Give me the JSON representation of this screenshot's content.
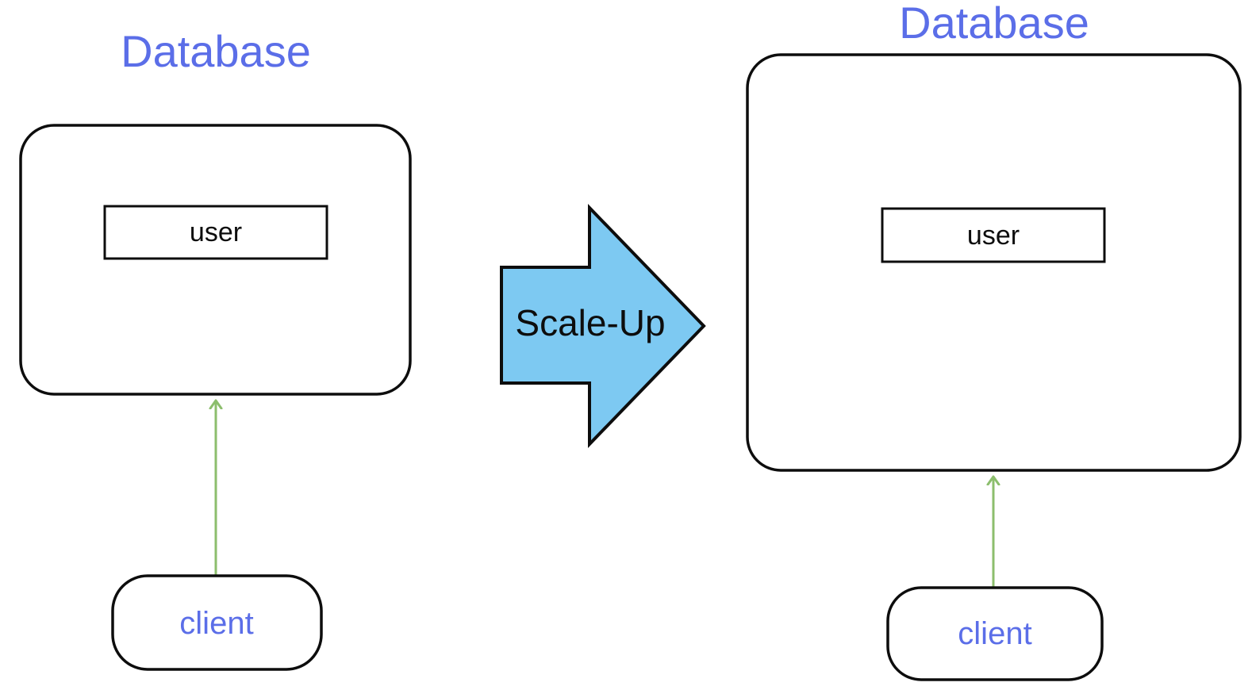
{
  "diagram": {
    "left": {
      "title": "Database",
      "entity_label": "user",
      "client_label": "client"
    },
    "transition": {
      "label": "Scale-Up"
    },
    "right": {
      "title": "Database",
      "entity_label": "user",
      "client_label": "client"
    }
  },
  "colors": {
    "accent_blue": "#5b6ee8",
    "connector_green": "#8cbe6d",
    "scale_arrow_fill": "#7dc9f2",
    "outline_black": "#0d0d0d",
    "entity_text_black": "#0d0d0d"
  }
}
